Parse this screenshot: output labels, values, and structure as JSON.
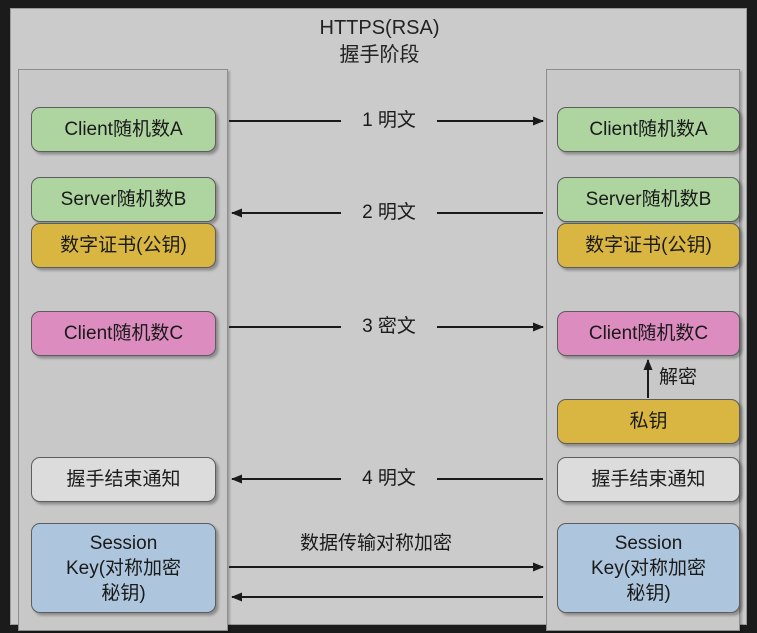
{
  "diagram": {
    "title_line1": "HTTPS(RSA)",
    "title_line2": "握手阶段",
    "title": "HTTPS(RSA)\n握手阶段",
    "background_color": "#cbcbcb",
    "frame_color": "#1b1b1b"
  },
  "colors": {
    "green": "#aed5a0",
    "gold": "#d9b641",
    "pink": "#dd8cc0",
    "blue": "#aec6dd",
    "white": "#dcdcdc",
    "panel": "#c8c8c8",
    "line": "#1a1a1a"
  },
  "client": {
    "panel_name": "client-panel",
    "nodes": [
      {
        "id": "client-random-a",
        "label": "Client随机数A",
        "color": "green"
      },
      {
        "id": "server-random-b",
        "label": "Server随机数B",
        "color": "green"
      },
      {
        "id": "digital-certificate",
        "label": "数字证书(公钥)",
        "color": "gold"
      },
      {
        "id": "client-random-c",
        "label": "Client随机数C",
        "color": "pink"
      },
      {
        "id": "handshake-finished",
        "label": "握手结束通知",
        "color": "white"
      },
      {
        "id": "session-key",
        "label": "Session\nKey(对称加密\n秘钥)",
        "color": "blue"
      }
    ]
  },
  "server": {
    "panel_name": "server-panel",
    "nodes": [
      {
        "id": "client-random-a",
        "label": "Client随机数A",
        "color": "green"
      },
      {
        "id": "server-random-b",
        "label": "Server随机数B",
        "color": "green"
      },
      {
        "id": "digital-certificate",
        "label": "数字证书(公钥)",
        "color": "gold"
      },
      {
        "id": "client-random-c",
        "label": "Client随机数C",
        "color": "pink"
      },
      {
        "id": "private-key",
        "label": "私钥",
        "color": "gold"
      },
      {
        "id": "handshake-finished",
        "label": "握手结束通知",
        "color": "white"
      },
      {
        "id": "session-key",
        "label": "Session\nKey(对称加密\n秘钥)",
        "color": "blue"
      }
    ],
    "decrypt_label": "解密"
  },
  "messages": [
    {
      "id": "msg-1",
      "label": "1 明文",
      "direction": "right"
    },
    {
      "id": "msg-2",
      "label": "2 明文",
      "direction": "left"
    },
    {
      "id": "msg-3",
      "label": "3 密文",
      "direction": "right"
    },
    {
      "id": "msg-4",
      "label": "4 明文",
      "direction": "left"
    },
    {
      "id": "msg-data",
      "label": "数据传输对称加密",
      "direction": "both"
    }
  ]
}
